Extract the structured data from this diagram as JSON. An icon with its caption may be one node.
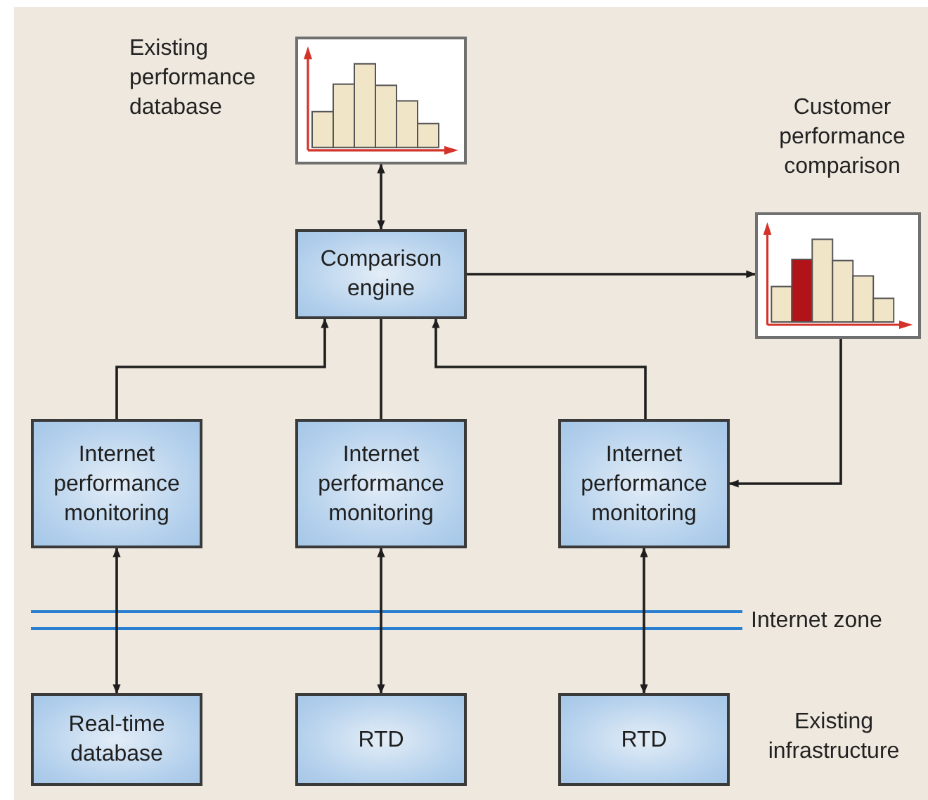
{
  "diagram": {
    "nodes": [
      {
        "text": [],
        "shape": "picture",
        "beside": [
          "Existing performance database"
        ]
      },
      {
        "text": [
          "Comparison engine"
        ]
      },
      {
        "text": [],
        "shape": "picture",
        "beside": [
          "Customer performance comparison"
        ]
      },
      {
        "text": [
          "Internet performance monitoring"
        ]
      },
      {
        "text": [
          "Internet performance monitoring"
        ]
      },
      {
        "text": [
          "Internet performance monitoring"
        ]
      },
      {
        "text": [
          "Real-time database"
        ]
      },
      {
        "text": [
          "RTD"
        ]
      },
      {
        "text": [
          "RTD"
        ]
      }
    ],
    "edges": [
      {
        "from": 0,
        "to": 1,
        "arrow": "both"
      },
      {
        "from": 1,
        "to": 2,
        "arrow": "to"
      },
      {
        "from": 3,
        "to": 1,
        "arrow": "to"
      },
      {
        "from": 4,
        "to": 1,
        "arrow": "none"
      },
      {
        "from": 5,
        "to": 1,
        "arrow": "to"
      },
      {
        "from": 2,
        "to": 5,
        "arrow": "to"
      },
      {
        "from": 3,
        "to": 6,
        "arrow": "both"
      },
      {
        "from": 4,
        "to": 7,
        "arrow": "both"
      },
      {
        "from": 5,
        "to": 8,
        "arrow": "both"
      }
    ],
    "labels": [
      "Internet zone",
      "Existing infrastructure"
    ]
  }
}
